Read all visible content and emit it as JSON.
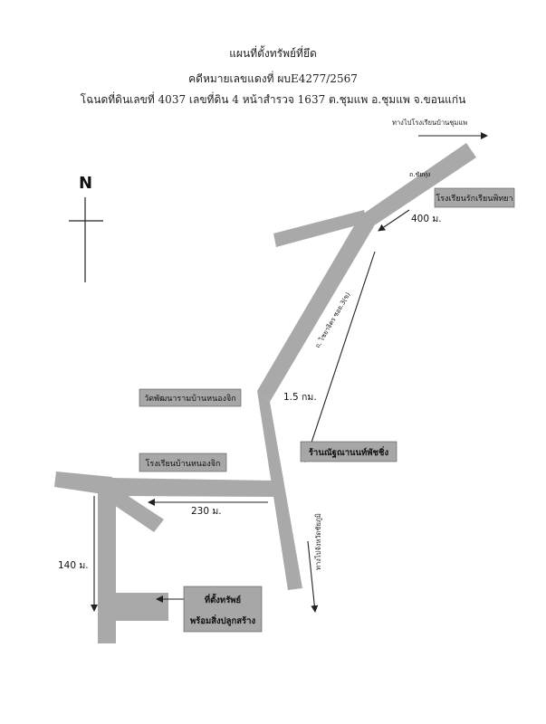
{
  "header": {
    "title": "แผนที่ตั้งทรัพย์ที่ยึด",
    "case_line": "คดีหมายเลขแดงที่ ผบE4277/2567",
    "deed_line": "โฉนดที่ดินเลขที่ 4037 เลขที่ดิน 4 หน้าสำรวจ 1637 ต.ชุมแพ อ.ชุมแพ จ.ขอนแก่น"
  },
  "compass": {
    "label": "N"
  },
  "directions": {
    "to_ban_chum_phae_school": "ทางไปโรงเรียนบ้านชุมแพ",
    "to_chaiyaphum": "ทางไปจังหวัดชัยภูมิ"
  },
  "roads": {
    "chai_thung": "ถ.ชัยทุ่ง",
    "chai_chit_lane": "ถ. ไชยาจิตร ซอย.3(ข)"
  },
  "landmarks": {
    "school_rak_rian": "โรงเรียนรักเรียนพิทยา",
    "wat_nong_chik": "วัดพัฒนารามบ้านหนองจิก",
    "school_nong_chik": "โรงเรียนบ้านหนองจิก",
    "shop_phatcharin": "ร้านณัฐณานนท์พัชชิ่ง",
    "property_line1": "ที่ตั้งทรัพย์",
    "property_line2": "พร้อมสิ่งปลูกสร้าง"
  },
  "distances": {
    "d400": "400 ม.",
    "d1_5": "1.5 กม.",
    "d230": "230 ม.",
    "d140": "140 ม."
  }
}
